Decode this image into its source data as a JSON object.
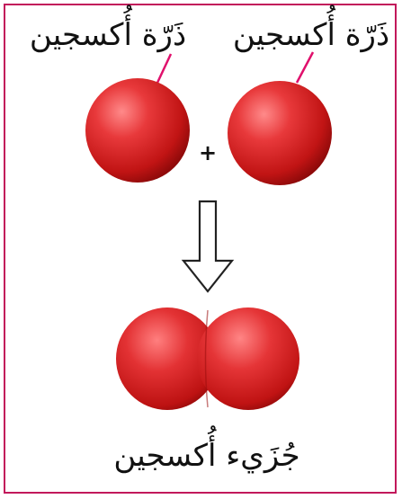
{
  "labels": {
    "atom_left": "ذَرّة أُكسجين",
    "atom_right": "ذَرّة أُكسجين",
    "plus": "+",
    "molecule": "جُزَيء أُكسجين"
  },
  "colors": {
    "frame": "#c2185b",
    "atom": "#dd2a2a",
    "pointer": "#e0106c",
    "arrow_stroke": "#222222"
  },
  "icons": {
    "arrow": "down-arrow-icon"
  }
}
